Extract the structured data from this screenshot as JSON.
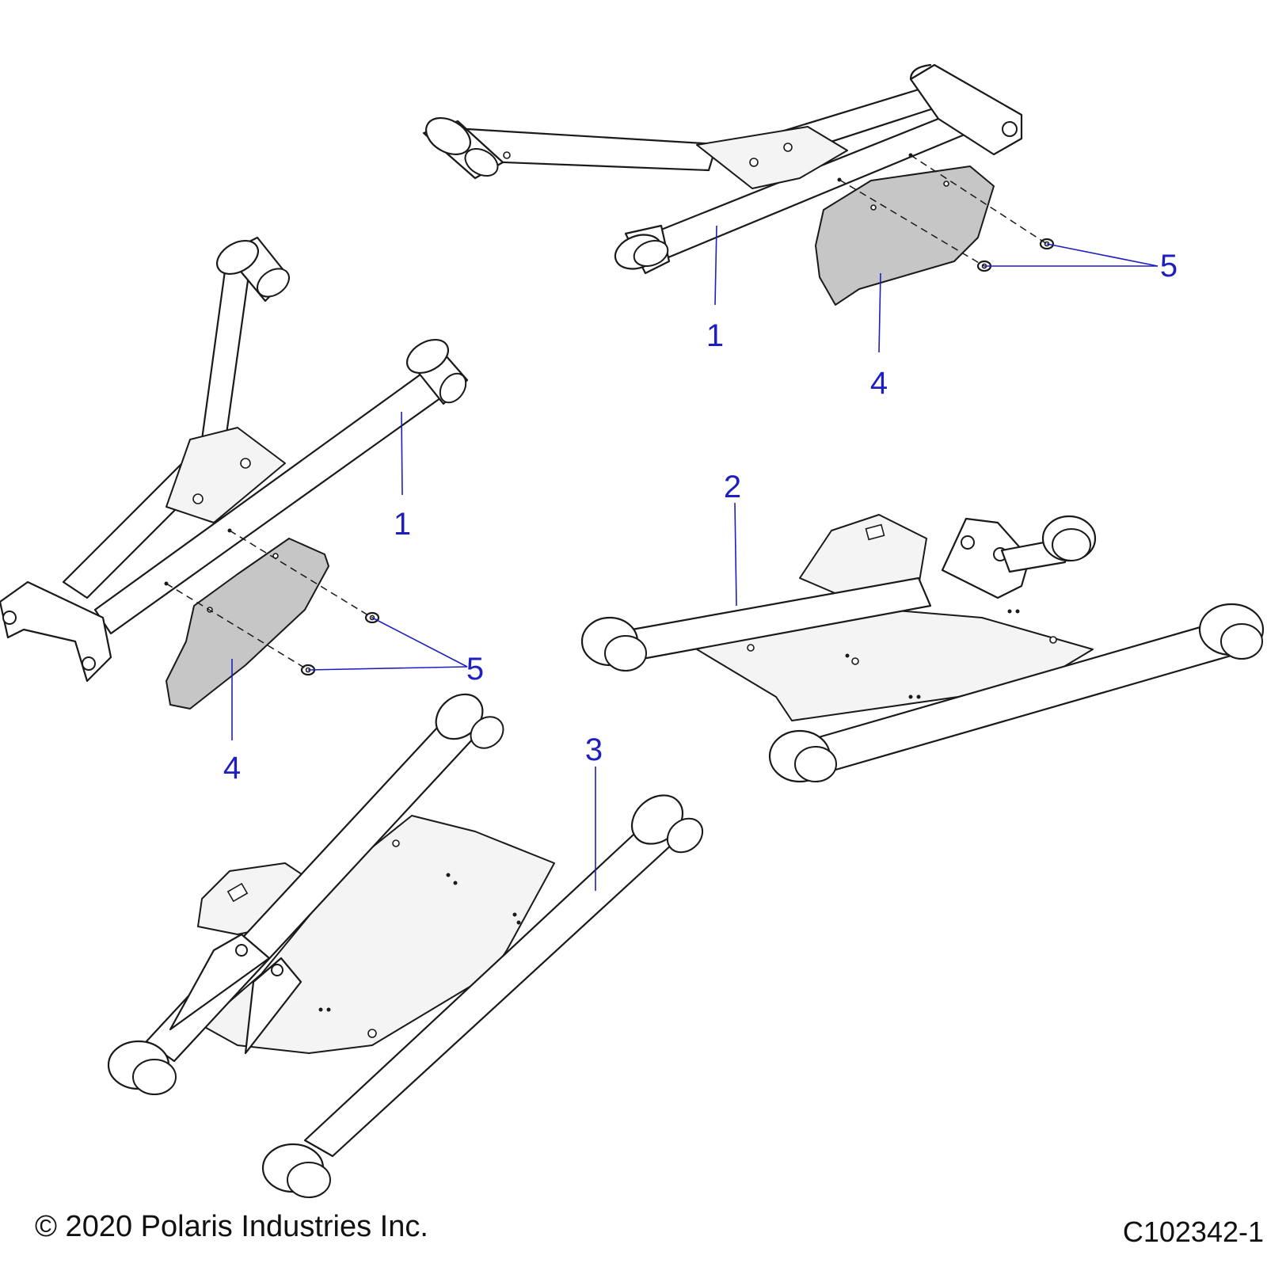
{
  "callouts": {
    "upper_arm_right": "1",
    "upper_arm_left": "1",
    "lower_arm_right": "2",
    "lower_arm_left": "3",
    "guard_right": "4",
    "guard_left": "4",
    "fasteners_right": "5",
    "fasteners_left": "5"
  },
  "footer": {
    "copyright": "© 2020 Polaris Industries Inc.",
    "figure_id": "C102342-1"
  },
  "colors": {
    "callout": "#1f1fbf",
    "line": "#1a1a1a",
    "guard_fill": "#c6c6c6"
  }
}
